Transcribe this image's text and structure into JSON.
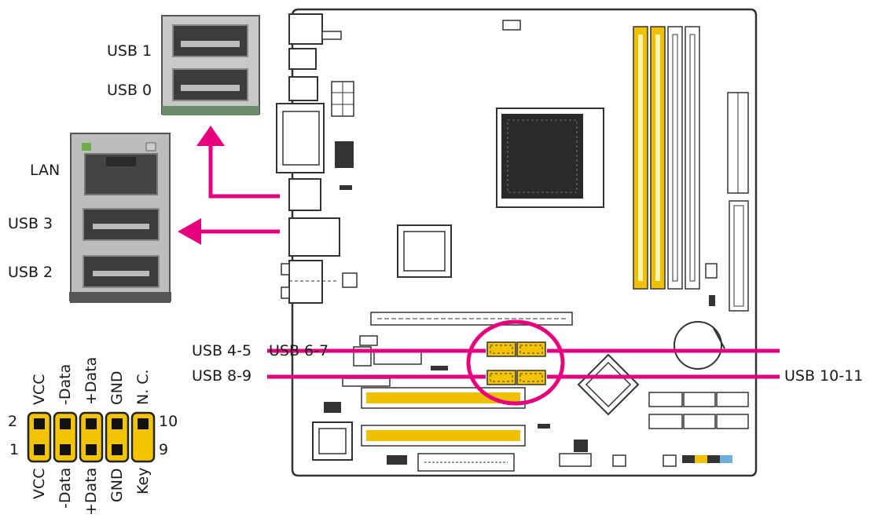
{
  "connectors": {
    "usb1": "USB 1",
    "usb0": "USB 0",
    "lan": "LAN",
    "usb3": "USB 3",
    "usb2": "USB 2",
    "usb45": "USB 4-5",
    "usb67": "USB 6-7",
    "usb89": "USB 8-9",
    "usb1011": "USB 10-11"
  },
  "header": {
    "top_pins": [
      "VCC",
      "-Data",
      "+Data",
      "GND",
      "N. C."
    ],
    "bottom_pins": [
      "VCC",
      "-Data",
      "+Data",
      "GND",
      "Key"
    ],
    "pin_2": "2",
    "pin_1": "1",
    "pin_10": "10",
    "pin_9": "9"
  },
  "colors": {
    "accent": "#e6007e",
    "header_yellow": "#f5c400",
    "slot_yellow": "#f0c000",
    "board_outline": "#333333"
  }
}
